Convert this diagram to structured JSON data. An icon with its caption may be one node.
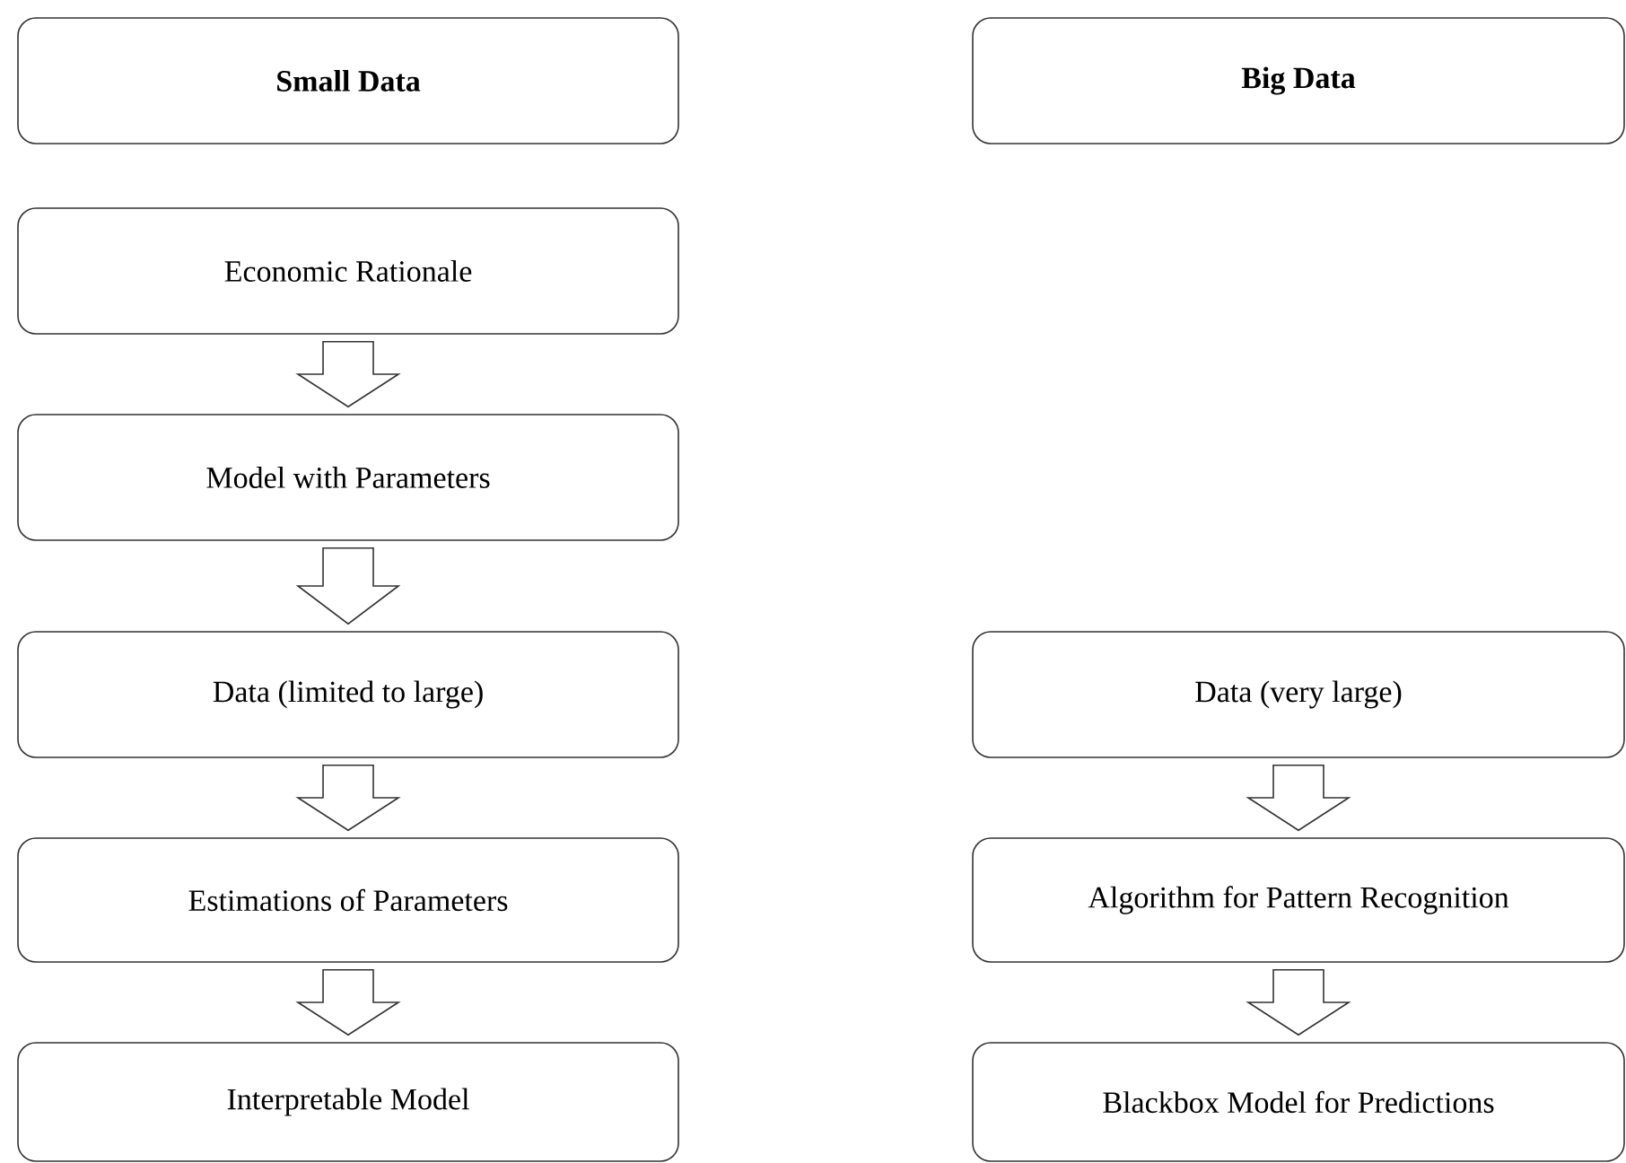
{
  "diagram": {
    "nodes": [
      {
        "text": [
          "Small Data"
        ]
      },
      {
        "text": [
          "Big Data"
        ]
      },
      {
        "text": [
          "Economic Rationale"
        ]
      },
      {
        "text": [
          "Model with Parameters"
        ]
      },
      {
        "text": [
          "Data (limited to large)"
        ]
      },
      {
        "text": [
          "Estimations of Parameters"
        ]
      },
      {
        "text": [
          "Interpretable Model"
        ]
      },
      {
        "text": [
          "Data (very large)"
        ]
      },
      {
        "text": [
          "Algorithm for Pattern Recognition"
        ]
      },
      {
        "text": [
          "Blackbox Model for Predictions"
        ]
      }
    ],
    "edges": [
      {
        "from": 2,
        "to": 3,
        "arrow": "to"
      },
      {
        "from": 3,
        "to": 4,
        "arrow": "to"
      },
      {
        "from": 4,
        "to": 5,
        "arrow": "to"
      },
      {
        "from": 5,
        "to": 6,
        "arrow": "to"
      },
      {
        "from": 7,
        "to": 8,
        "arrow": "to"
      },
      {
        "from": 8,
        "to": 9,
        "arrow": "to"
      }
    ]
  }
}
